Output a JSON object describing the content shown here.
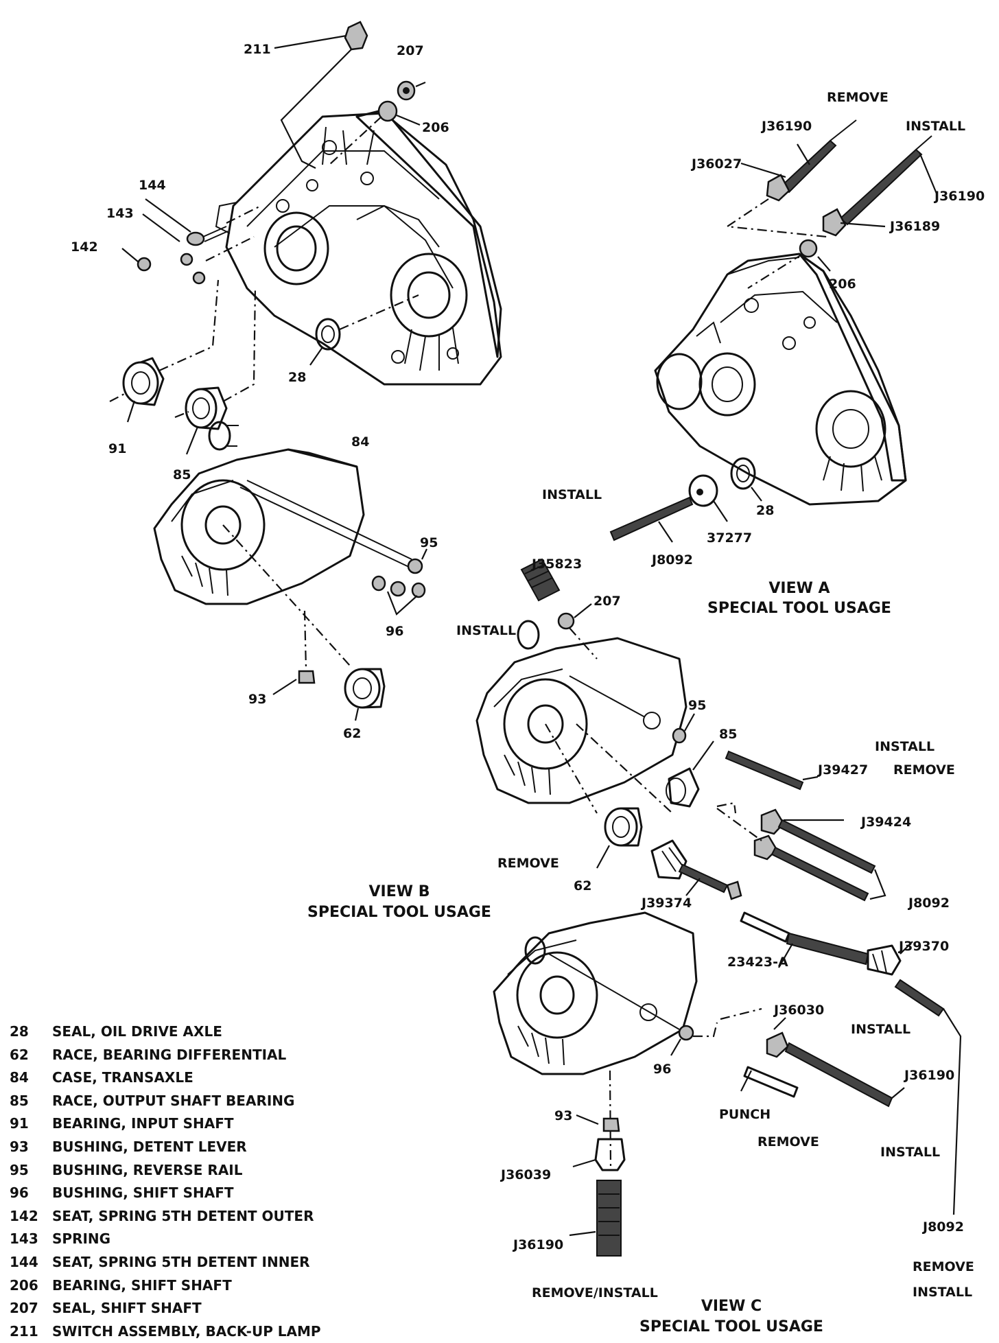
{
  "callouts": {
    "c211_top": "211",
    "c207_top": "207",
    "c206_top": "206",
    "c144": "144",
    "c143": "143",
    "c142": "142",
    "c28_top": "28",
    "c91": "91",
    "c85_left": "85",
    "c84": "84",
    "c95_left": "95",
    "c96_left": "96",
    "c93_left": "93",
    "c62_left": "62",
    "c206_viewa": "206",
    "c28_viewa": "28",
    "c37277": "37277",
    "c207_viewb": "207",
    "c95_viewb": "95",
    "c85_viewb": "85",
    "c62_viewb": "62",
    "c23423a": "23423-A",
    "c96_viewc": "96",
    "c93_viewc": "93"
  },
  "tools": {
    "j36190_a1": "J36190",
    "j36027": "J36027",
    "j36190_a2": "J36190",
    "j36189": "J36189",
    "j8092_a": "J8092",
    "j35823": "J35823",
    "j39427": "J39427",
    "j39424": "J39424",
    "j8092_b": "J8092",
    "j39374": "J39374",
    "j39370": "J39370",
    "j36030": "J36030",
    "j36190_c1": "J36190",
    "j36039": "J36039",
    "j36190_c2": "J36190",
    "j8092_c": "J8092",
    "punch": "PUNCH"
  },
  "actions": {
    "remove_a": "REMOVE",
    "install_a1": "INSTALL",
    "install_a2": "INSTALL",
    "install_b1": "INSTALL",
    "install_b2": "INSTALL",
    "remove_b1": "REMOVE",
    "remove_b2": "REMOVE",
    "install_c1": "INSTALL",
    "remove_c1": "REMOVE",
    "install_c2": "INSTALL",
    "remove_install_c": "REMOVE/INSTALL",
    "remove_c2": "REMOVE",
    "install_c3": "INSTALL"
  },
  "captions": {
    "view_a_1": "VIEW A",
    "view_a_2": "SPECIAL TOOL USAGE",
    "view_b_1": "VIEW B",
    "view_b_2": "SPECIAL TOOL USAGE",
    "view_c_1": "VIEW C",
    "view_c_2": "SPECIAL TOOL USAGE"
  },
  "legend": [
    {
      "num": "28",
      "desc": "SEAL, OIL DRIVE AXLE"
    },
    {
      "num": "62",
      "desc": "RACE, BEARING DIFFERENTIAL"
    },
    {
      "num": "84",
      "desc": "CASE, TRANSAXLE"
    },
    {
      "num": "85",
      "desc": "RACE, OUTPUT SHAFT BEARING"
    },
    {
      "num": "91",
      "desc": "BEARING, INPUT SHAFT"
    },
    {
      "num": "93",
      "desc": "BUSHING, DETENT LEVER"
    },
    {
      "num": "95",
      "desc": "BUSHING, REVERSE RAIL"
    },
    {
      "num": "96",
      "desc": "BUSHING, SHIFT SHAFT"
    },
    {
      "num": "142",
      "desc": "SEAT, SPRING 5TH DETENT OUTER"
    },
    {
      "num": "143",
      "desc": "SPRING"
    },
    {
      "num": "144",
      "desc": "SEAT, SPRING 5TH DETENT INNER"
    },
    {
      "num": "206",
      "desc": "BEARING, SHIFT SHAFT"
    },
    {
      "num": "207",
      "desc": "SEAL, SHIFT SHAFT"
    },
    {
      "num": "211",
      "desc": "SWITCH ASSEMBLY, BACK-UP LAMP"
    }
  ]
}
